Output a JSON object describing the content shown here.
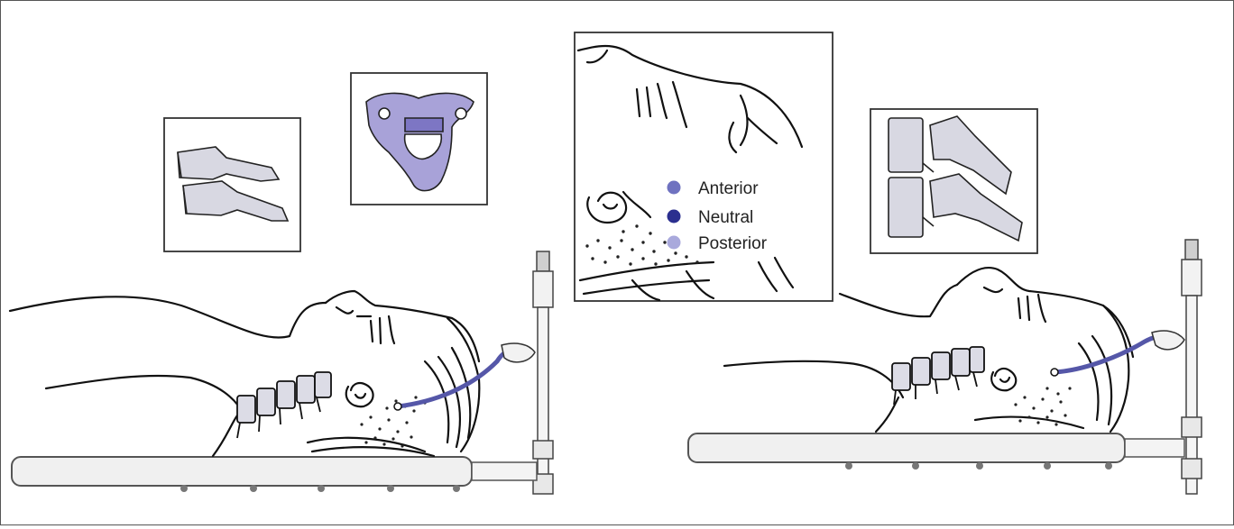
{
  "legend": {
    "items": [
      {
        "label": "Anterior",
        "color": "#6f72c0"
      },
      {
        "label": "Neutral",
        "color": "#2b2f8f"
      },
      {
        "label": "Posterior",
        "color": "#a9a9dc"
      }
    ]
  },
  "colors": {
    "line": "#111111",
    "bone_fill": "#d8d8e2",
    "vertebra_top_fill": "#9f9ad6",
    "band": "#5557a8",
    "bar_fill": "#f0f0f0",
    "bar_stroke": "#555555"
  }
}
